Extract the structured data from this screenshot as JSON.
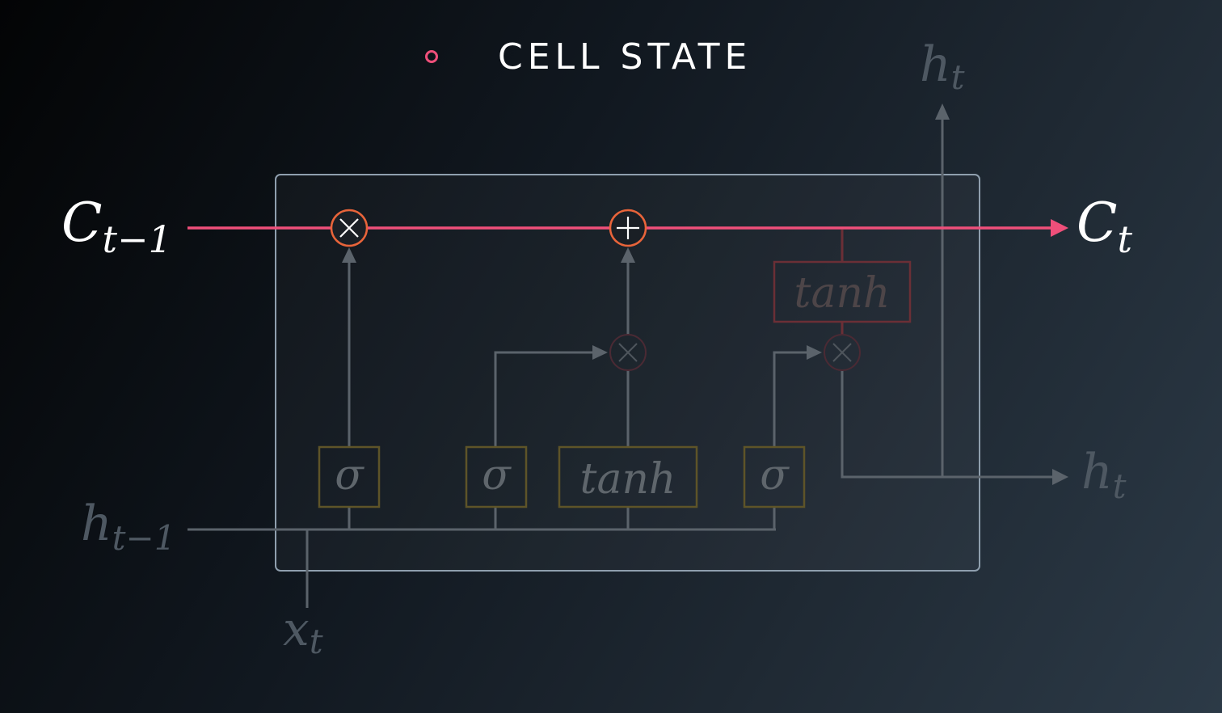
{
  "title": "CELL STATE",
  "colors": {
    "cell_state": "#ef4f7a",
    "highlight_op": "#e8643a",
    "dim": "#5b636b",
    "gate_border": "#5e5428",
    "tanh_output_border": "#6b2f36",
    "frame": "#8f9fae"
  },
  "labels": {
    "c_prev": {
      "base": "C",
      "sub": "t−1"
    },
    "c_next": {
      "base": "C",
      "sub": "t"
    },
    "h_prev": {
      "base": "h",
      "sub": "t−1"
    },
    "h_out_right": {
      "base": "h",
      "sub": "t"
    },
    "h_out_top": {
      "base": "h",
      "sub": "t"
    },
    "x_in": {
      "base": "x",
      "sub": "t"
    }
  },
  "gates": {
    "forget": "σ",
    "input": "σ",
    "candidate": "tanh",
    "output": "σ",
    "cell_tanh": "tanh"
  },
  "operators": {
    "forget_multiply": "×",
    "add": "+",
    "input_multiply": "×",
    "output_multiply": "×"
  }
}
